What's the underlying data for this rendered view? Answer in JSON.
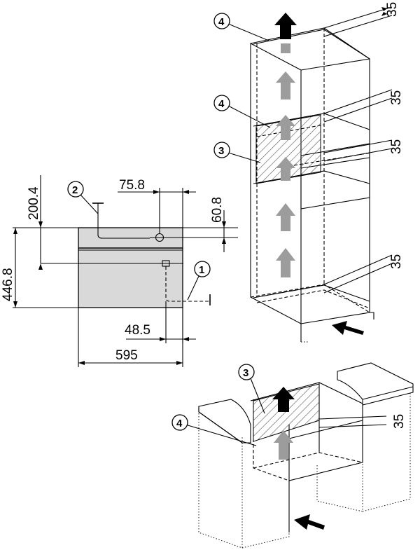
{
  "dimensions": {
    "d200_4": "200.4",
    "d75_8": "75.8",
    "d60_8": "60.8",
    "d446_8": "446.8",
    "d48_5": "48.5",
    "d595": "595",
    "vent_tall_top": "35",
    "vent_tall_upper": "35",
    "vent_tall_mid": "35",
    "vent_tall_bottom": "35",
    "vent_base": "35"
  },
  "callouts": {
    "c1": "1",
    "c2": "2",
    "c3_tall": "3",
    "c4_tall_top": "4",
    "c4_tall_mid": "4",
    "c3_base": "3",
    "c4_base": "4"
  },
  "colors": {
    "appliance_fill": "#d9d9d9",
    "hatch": "#000000",
    "air_arrow": "#9c9c9c"
  }
}
